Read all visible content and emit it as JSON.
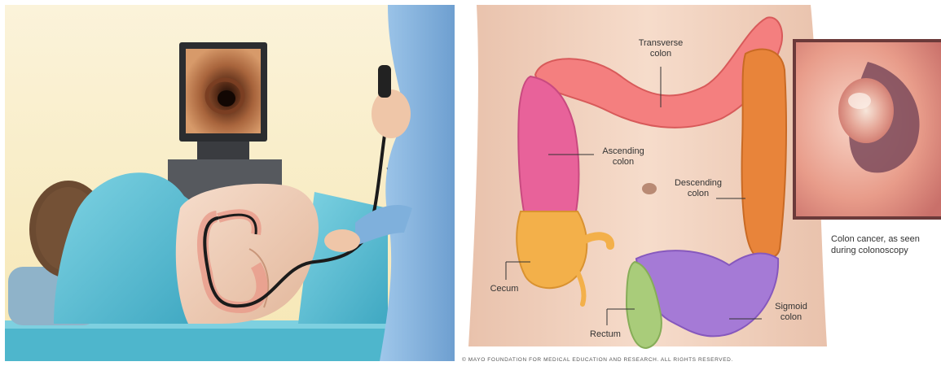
{
  "labels": {
    "transverse": [
      "Transverse",
      "colon"
    ],
    "ascending": [
      "Ascending",
      "colon"
    ],
    "descending": [
      "Descending",
      "colon"
    ],
    "cecum": "Cecum",
    "rectum": "Rectum",
    "sigmoid": [
      "Sigmoid",
      "colon"
    ]
  },
  "caption": [
    "Colon cancer, as seen",
    "during colonoscopy"
  ],
  "copyright": "© MAYO FOUNDATION FOR MEDICAL EDUCATION AND RESEARCH. ALL RIGHTS RESERVED.",
  "colors": {
    "transverse": "#f47f7f",
    "ascending": "#e8629a",
    "descending": "#e8843a",
    "cecum": "#f3b04a",
    "rectum": "#a9cc7a",
    "sigmoid": "#a57ad6",
    "drape": "#5bbfd4",
    "skin": "#f4d8c6"
  }
}
